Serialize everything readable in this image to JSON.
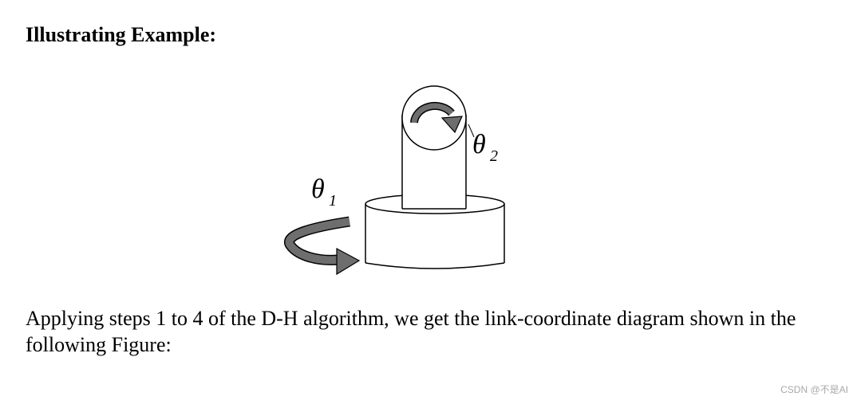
{
  "document": {
    "heading": "Illustrating Example:",
    "paragraph": "Applying steps 1 to 4 of the D-H algorithm, we get the link-coordinate diagram shown in the following Figure:"
  },
  "figure": {
    "joint1_symbol": "θ",
    "joint1_subscript": "1",
    "joint2_symbol": "θ",
    "joint2_subscript": "2",
    "arrow_color": "#6e6e6e"
  },
  "watermark": "CSDN @不是AI"
}
